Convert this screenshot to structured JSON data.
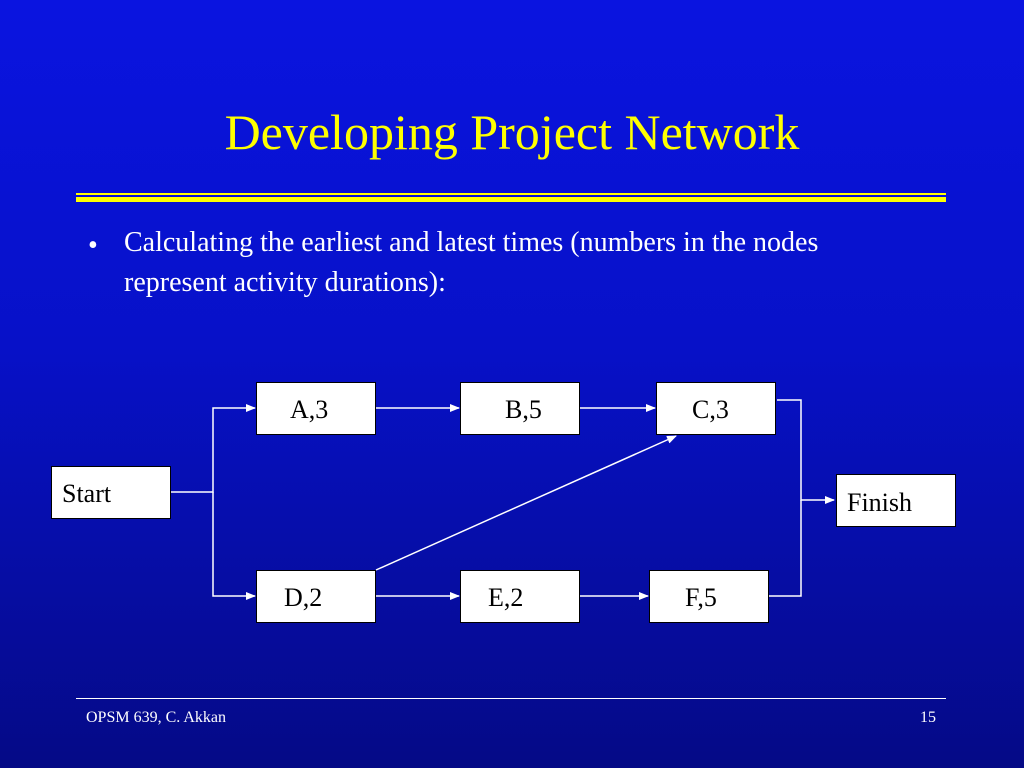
{
  "slide": {
    "title": "Developing Project Network",
    "bullet": "Calculating the earliest and latest times (numbers in the nodes represent activity durations):",
    "bullet_marker": "•"
  },
  "network": {
    "nodes": {
      "start": "Start",
      "a": "A,3",
      "b": "B,5",
      "c": "C,3",
      "d": "D,2",
      "e": "E,2",
      "f": "F,5",
      "finish": "Finish"
    },
    "edges": [
      [
        "Start",
        "A,3"
      ],
      [
        "Start",
        "D,2"
      ],
      [
        "A,3",
        "B,5"
      ],
      [
        "B,5",
        "C,3"
      ],
      [
        "D,2",
        "C,3"
      ],
      [
        "D,2",
        "E,2"
      ],
      [
        "E,2",
        "F,5"
      ],
      [
        "C,3",
        "Finish"
      ],
      [
        "F,5",
        "Finish"
      ]
    ]
  },
  "footer": {
    "left": "OPSM 639, C. Akkan",
    "page_number": "15"
  },
  "colors": {
    "title": "#ffff00",
    "rule": "#ffff00",
    "body_text": "#ffffff",
    "background": "#0711c8",
    "node_fill": "#ffffff",
    "node_text": "#000000",
    "arrow": "#ffffff"
  }
}
